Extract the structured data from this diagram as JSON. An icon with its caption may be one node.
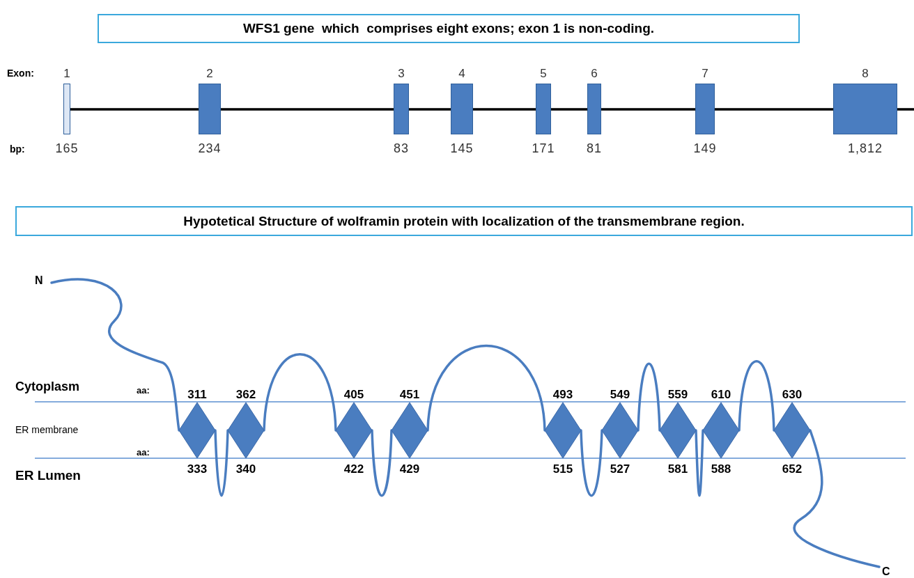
{
  "diagram": {
    "nodes": [
      {
        "text": [
          "WFS1 gene  which  comprises eight exons; exon 1 is non-coding."
        ]
      },
      {
        "text": [],
        "shape": "box",
        "beside": [
          "1",
          "165"
        ]
      },
      {
        "text": [],
        "shape": "box",
        "beside": [
          "2",
          "234"
        ]
      },
      {
        "text": [],
        "shape": "box",
        "beside": [
          "3",
          "83"
        ]
      },
      {
        "text": [],
        "shape": "box",
        "beside": [
          "4",
          "145"
        ]
      },
      {
        "text": [],
        "shape": "box",
        "beside": [
          "5",
          "171"
        ]
      },
      {
        "text": [],
        "shape": "box",
        "beside": [
          "6",
          "81"
        ]
      },
      {
        "text": [],
        "shape": "box",
        "beside": [
          "7",
          "149"
        ]
      },
      {
        "text": [],
        "shape": "box",
        "beside": [
          "8",
          "1,812"
        ]
      },
      {
        "text": [
          "Hypotetical Structure of wolframin protein with localization of the transmembrane region."
        ]
      },
      {
        "text": [
          "N"
        ]
      },
      {
        "text": [],
        "shape": "diamond",
        "beside": [
          "311",
          "333"
        ]
      },
      {
        "text": [],
        "shape": "diamond",
        "beside": [
          "362",
          "340"
        ]
      },
      {
        "text": [],
        "shape": "diamond",
        "beside": [
          "405",
          "422"
        ]
      },
      {
        "text": [],
        "shape": "diamond",
        "beside": [
          "451",
          "429"
        ]
      },
      {
        "text": [],
        "shape": "diamond",
        "beside": [
          "493",
          "515"
        ]
      },
      {
        "text": [],
        "shape": "diamond",
        "beside": [
          "549",
          "527"
        ]
      },
      {
        "text": [],
        "shape": "diamond",
        "beside": [
          "559",
          "581"
        ]
      },
      {
        "text": [],
        "shape": "diamond",
        "beside": [
          "610",
          "588"
        ]
      },
      {
        "text": [],
        "shape": "diamond",
        "beside": [
          "630",
          "652"
        ]
      },
      {
        "text": [
          "C"
        ]
      }
    ],
    "edges": [
      {
        "from": 1,
        "to": 2,
        "arrow": "none",
        "color": "#000000"
      },
      {
        "from": 2,
        "to": 3,
        "arrow": "none",
        "color": "#000000"
      },
      {
        "from": 3,
        "to": 4,
        "arrow": "none",
        "color": "#000000"
      },
      {
        "from": 4,
        "to": 5,
        "arrow": "none",
        "color": "#000000"
      },
      {
        "from": 5,
        "to": 6,
        "arrow": "none",
        "color": "#000000"
      },
      {
        "from": 6,
        "to": 7,
        "arrow": "none",
        "color": "#000000"
      },
      {
        "from": 7,
        "to": 8,
        "arrow": "none",
        "color": "#000000"
      },
      {
        "from": 8,
        "to": null,
        "arrow": "none",
        "color": "#000000"
      },
      {
        "from": 10,
        "to": 11,
        "arrow": "none"
      },
      {
        "from": 11,
        "to": 12,
        "arrow": "none"
      },
      {
        "from": 12,
        "to": 13,
        "arrow": "none"
      },
      {
        "from": 13,
        "to": 14,
        "arrow": "none"
      },
      {
        "from": 14,
        "to": 15,
        "arrow": "none"
      },
      {
        "from": 15,
        "to": 16,
        "arrow": "none"
      },
      {
        "from": 16,
        "to": 17,
        "arrow": "none"
      },
      {
        "from": 17,
        "to": 18,
        "arrow": "none"
      },
      {
        "from": 18,
        "to": 19,
        "arrow": "none"
      },
      {
        "from": 19,
        "to": 20,
        "arrow": "none"
      }
    ],
    "labels": [
      "Exon:",
      "bp:",
      "Cytoplasm",
      "aa:",
      "ER membrane",
      "aa:",
      "ER Lumen"
    ]
  }
}
